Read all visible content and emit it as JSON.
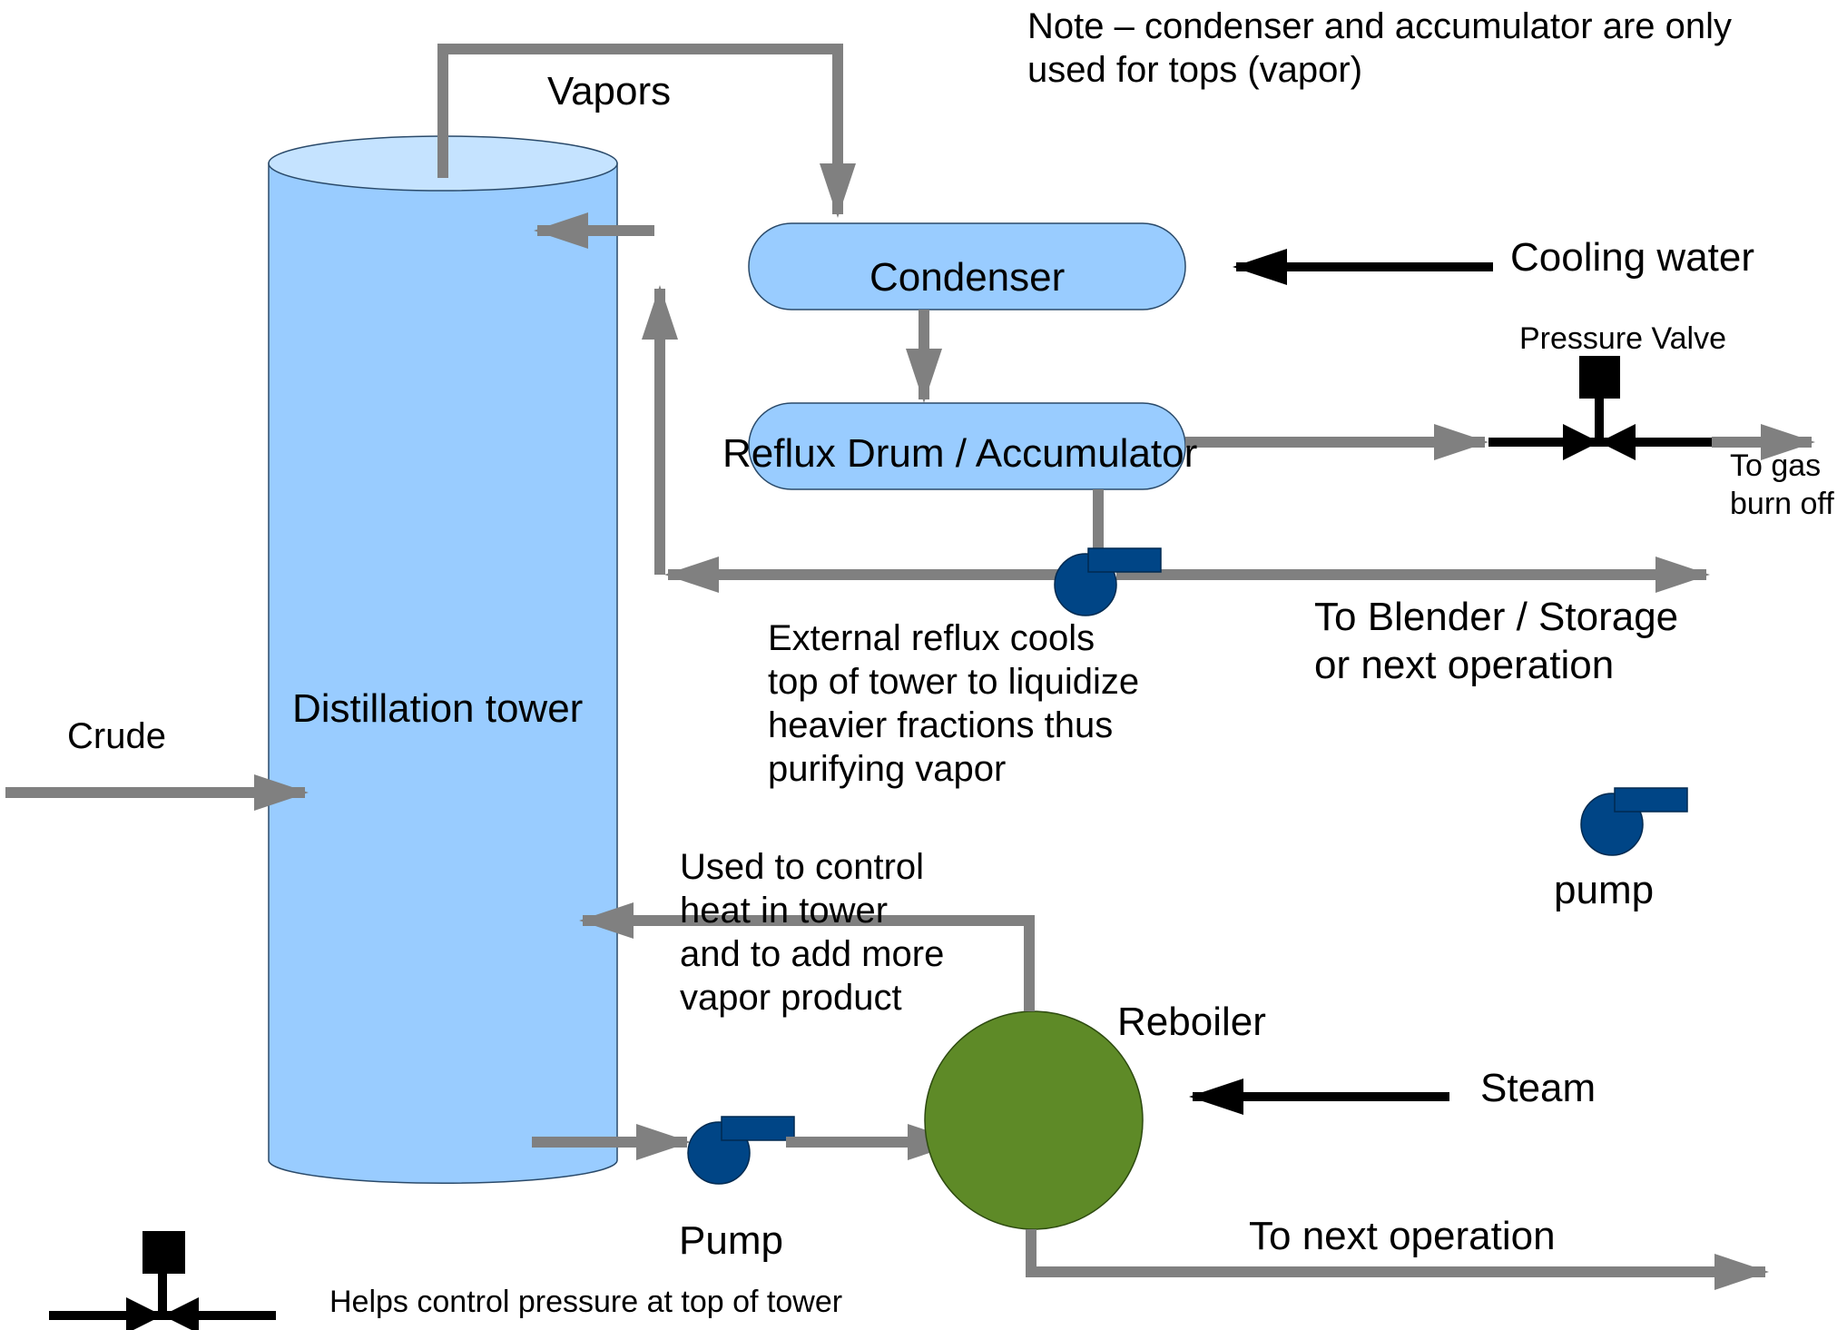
{
  "colors": {
    "pipe": "#808080",
    "black_arrow": "#000000",
    "tower_fill": "#99ccff",
    "tower_top": "#c5e3ff",
    "vessel_fill": "#99ccff",
    "reboiler_fill": "#5e8a27",
    "pump_fill": "#004586",
    "valve": "#000000"
  },
  "note": {
    "line1": "Note – condenser and accumulator are only",
    "line2": "used for tops (vapor)"
  },
  "labels": {
    "vapors": "Vapors",
    "condenser": "Condenser",
    "cooling_water": "Cooling water",
    "pressure_valve": "Pressure Valve",
    "reflux_drum": "Reflux Drum / Accumulator",
    "to_gas_1": "To gas",
    "to_gas_2": "burn off",
    "blender_1": "To Blender / Storage",
    "blender_2": "or next operation",
    "distillation_tower": "Distillation tower",
    "crude": "Crude",
    "ext_reflux": [
      "External reflux cools",
      "top of tower to liquidize",
      "heavier fractions thus",
      "purifying vapor"
    ],
    "pump_legend": "pump",
    "used_to_control": [
      "Used to control",
      "heat in tower",
      "and to add more",
      "vapor product"
    ],
    "reboiler": "Reboiler",
    "steam": "Steam",
    "pump": "Pump",
    "to_next_operation": "To next operation",
    "valve_legend": "Helps control pressure at top of tower"
  },
  "icons": {
    "pump": "pump-icon",
    "valve": "pressure-valve-icon",
    "arrow": "arrow-icon"
  }
}
